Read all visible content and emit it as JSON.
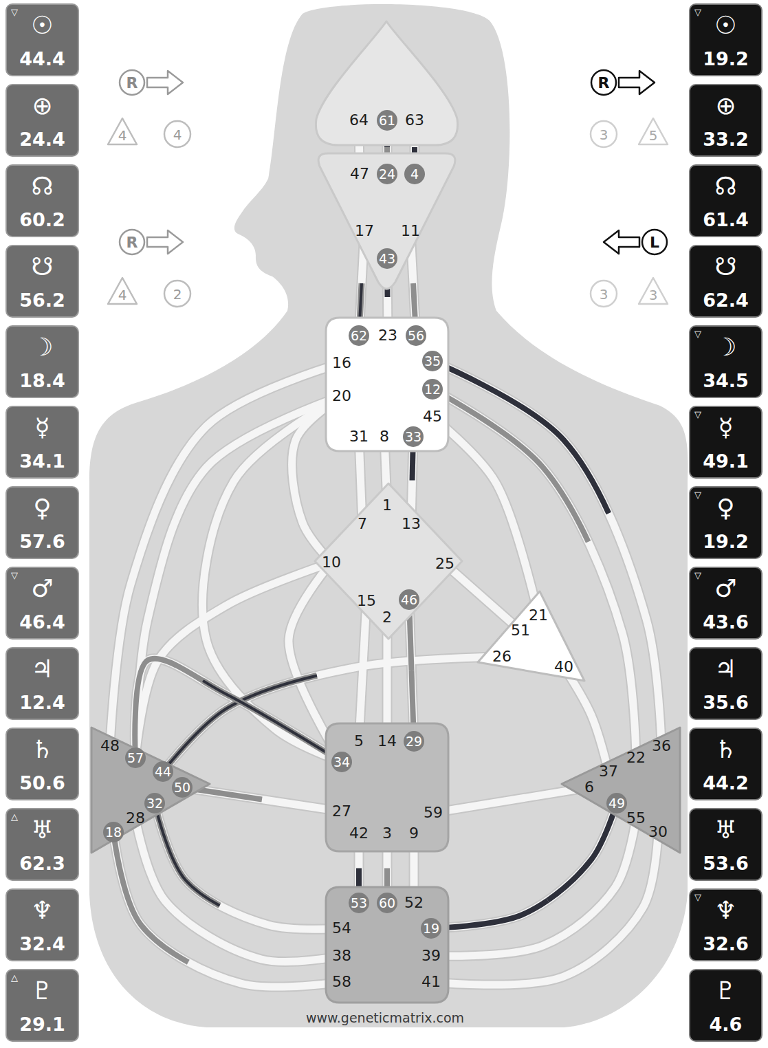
{
  "diagram": {
    "nodes": [
      {
        "text": [
          "64",
          "61",
          "63"
        ]
      },
      {
        "text": [
          "47",
          "24",
          "4",
          "17",
          "11",
          "43"
        ]
      },
      {
        "text": [
          "62",
          "23",
          "56",
          "16",
          "35",
          "20",
          "12",
          "45",
          "31",
          "8",
          "33"
        ]
      },
      {
        "text": [
          "1",
          "7",
          "13",
          "10",
          "25",
          "15",
          "2",
          "46"
        ]
      },
      {
        "text": [
          "21",
          "51",
          "26",
          "40"
        ]
      },
      {
        "text": [
          "48",
          "57",
          "44",
          "50",
          "32",
          "28",
          "18"
        ]
      },
      {
        "text": [
          "5",
          "14",
          "29",
          "34",
          "27",
          "42",
          "3",
          "9",
          "59"
        ]
      },
      {
        "text": [
          "36",
          "22",
          "37",
          "6",
          "49",
          "55",
          "30"
        ]
      },
      {
        "text": [
          "53",
          "60",
          "52",
          "54",
          "19",
          "38",
          "39",
          "58",
          "41"
        ]
      },
      {
        "text": [
          "▽",
          "☉",
          "44.4"
        ]
      },
      {
        "text": [
          "⊕",
          "24.4"
        ]
      },
      {
        "text": [
          "☊",
          "60.2"
        ]
      },
      {
        "text": [
          "☋",
          "56.2"
        ]
      },
      {
        "text": [
          "☽",
          "18.4"
        ]
      },
      {
        "text": [
          "☿",
          "34.1"
        ]
      },
      {
        "text": [
          "♀",
          "57.6"
        ]
      },
      {
        "text": [
          "▽",
          "♂",
          "46.4"
        ]
      },
      {
        "text": [
          "♃",
          "12.4"
        ]
      },
      {
        "text": [
          "♄",
          "50.6"
        ]
      },
      {
        "text": [
          "△",
          "♅",
          "62.3"
        ]
      },
      {
        "text": [
          "♆",
          "32.4"
        ]
      },
      {
        "text": [
          "△",
          "♇",
          "29.1"
        ]
      },
      {
        "text": [
          "▽",
          "☉",
          "19.2"
        ]
      },
      {
        "text": [
          "⊕",
          "33.2"
        ]
      },
      {
        "text": [
          "☊",
          "61.4"
        ]
      },
      {
        "text": [
          "☋",
          "62.4"
        ]
      },
      {
        "text": [
          "▽",
          "☽",
          "34.5"
        ]
      },
      {
        "text": [
          "▽",
          "☿",
          "49.1"
        ]
      },
      {
        "text": [
          "▽",
          "♀",
          "19.2"
        ]
      },
      {
        "text": [
          "▽",
          "♂",
          "43.6"
        ]
      },
      {
        "text": [
          "♃",
          "35.6"
        ]
      },
      {
        "text": [
          "♄",
          "44.2"
        ]
      },
      {
        "text": [
          "♅",
          "53.6"
        ]
      },
      {
        "text": [
          "▽",
          "♆",
          "32.6"
        ]
      },
      {
        "text": [
          "♇",
          "4.6"
        ]
      }
    ],
    "edges": [
      {
        "from": 0,
        "to": 1,
        "arrow": "none"
      },
      {
        "from": 0,
        "to": 1,
        "arrow": "none"
      },
      {
        "from": 0,
        "to": 1,
        "arrow": "none"
      },
      {
        "from": 1,
        "to": 2,
        "arrow": "none"
      },
      {
        "from": 1,
        "to": 2,
        "arrow": "none"
      },
      {
        "from": 1,
        "to": 2,
        "arrow": "none"
      },
      {
        "from": 2,
        "to": 5,
        "arrow": "none"
      },
      {
        "from": 2,
        "to": 3,
        "arrow": "none"
      },
      {
        "from": 2,
        "to": 5,
        "arrow": "none"
      },
      {
        "from": 2,
        "to": 6,
        "arrow": "none"
      },
      {
        "from": 2,
        "to": 3,
        "arrow": "none"
      },
      {
        "from": 2,
        "to": 3,
        "arrow": "none"
      },
      {
        "from": 2,
        "to": 3,
        "arrow": "none"
      },
      {
        "from": 2,
        "to": 4,
        "arrow": "none"
      },
      {
        "from": 2,
        "to": 7,
        "arrow": "none"
      },
      {
        "from": 2,
        "to": 7,
        "arrow": "none"
      },
      {
        "from": 3,
        "to": 5,
        "arrow": "none"
      },
      {
        "from": 3,
        "to": 6,
        "arrow": "none"
      },
      {
        "from": 3,
        "to": 6,
        "arrow": "none"
      },
      {
        "from": 3,
        "to": 6,
        "arrow": "none"
      },
      {
        "from": 3,
        "to": 6,
        "arrow": "none"
      },
      {
        "from": 3,
        "to": 4,
        "arrow": "none"
      },
      {
        "from": 4,
        "to": 5,
        "arrow": "none"
      },
      {
        "from": 4,
        "to": 7,
        "arrow": "none"
      },
      {
        "from": 5,
        "to": 6,
        "arrow": "none"
      },
      {
        "from": 5,
        "to": 6,
        "arrow": "none"
      },
      {
        "from": 5,
        "to": 8,
        "arrow": "none"
      },
      {
        "from": 5,
        "to": 8,
        "arrow": "none"
      },
      {
        "from": 5,
        "to": 8,
        "arrow": "none"
      },
      {
        "from": 6,
        "to": 7,
        "arrow": "none"
      },
      {
        "from": 6,
        "to": 8,
        "arrow": "none"
      },
      {
        "from": 6,
        "to": 8,
        "arrow": "none"
      },
      {
        "from": 6,
        "to": 8,
        "arrow": "none"
      },
      {
        "from": 7,
        "to": 8,
        "arrow": "none"
      },
      {
        "from": 7,
        "to": 8,
        "arrow": "none"
      },
      {
        "from": 7,
        "to": 8,
        "arrow": "none"
      }
    ],
    "labels": [
      "R",
      "4",
      "4",
      "R",
      "4",
      "2",
      "R",
      "3",
      "5",
      "L",
      "3",
      "3",
      "www.geneticmatrix.com"
    ]
  }
}
